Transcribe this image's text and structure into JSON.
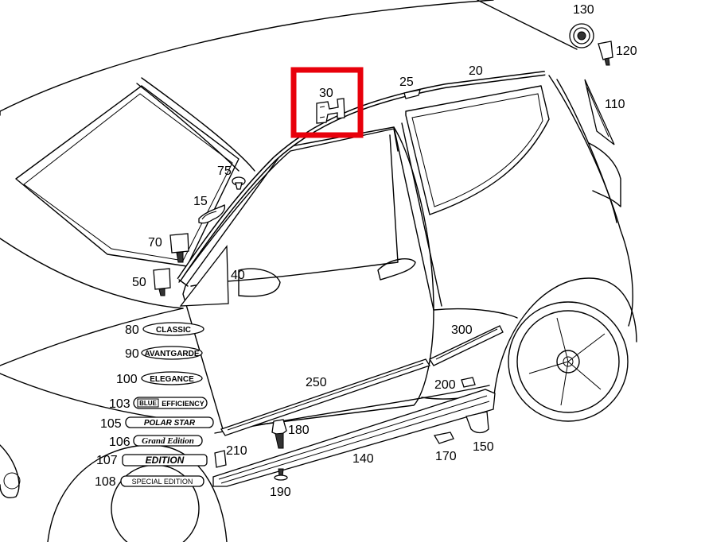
{
  "highlight": {
    "label": "30",
    "color": "#e8000b"
  },
  "part_numbers": {
    "p130": "130",
    "p120": "120",
    "p110": "110",
    "p20": "20",
    "p25": "25",
    "p75": "75",
    "p15": "15",
    "p70": "70",
    "p50": "50",
    "p40": "40",
    "p300": "300",
    "p250": "250",
    "p200": "200",
    "p180": "180",
    "p210": "210",
    "p140": "140",
    "p170": "170",
    "p150": "150",
    "p190": "190",
    "p80": "80",
    "p90": "90",
    "p100": "100",
    "p103": "103",
    "p105": "105",
    "p106": "106",
    "p107": "107",
    "p108": "108"
  },
  "badges": {
    "b80": "CLASSIC",
    "b90": "AVANTGARDE",
    "b100": "ELEGANCE",
    "b103_box": "BLUE",
    "b103": "EFFICIENCY",
    "b105": "POLAR STAR",
    "b106": "Grand Edition",
    "b107": "EDITION",
    "b108": "SPECIAL EDITION"
  },
  "icons": [
    "clip-icon",
    "grommet-icon",
    "emblem-icon",
    "rivet-icon"
  ]
}
